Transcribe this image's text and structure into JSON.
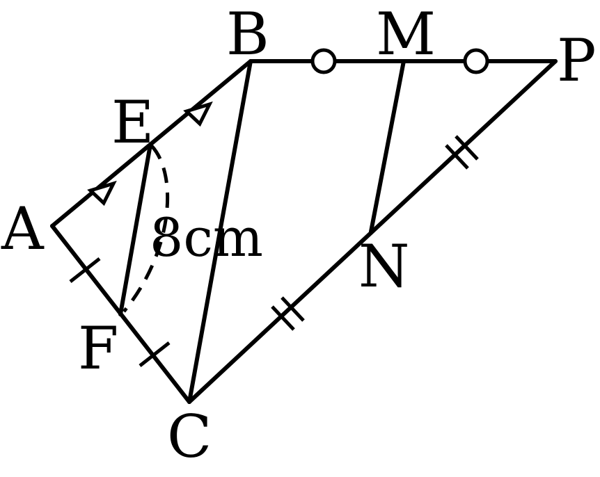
{
  "points": {
    "A": "A",
    "B": "B",
    "C": "C",
    "E": "E",
    "F": "F",
    "M": "M",
    "N": "N",
    "P": "P"
  },
  "measurement": "8cm",
  "colors": {
    "ink": "#000000",
    "paper": "#ffffff"
  }
}
